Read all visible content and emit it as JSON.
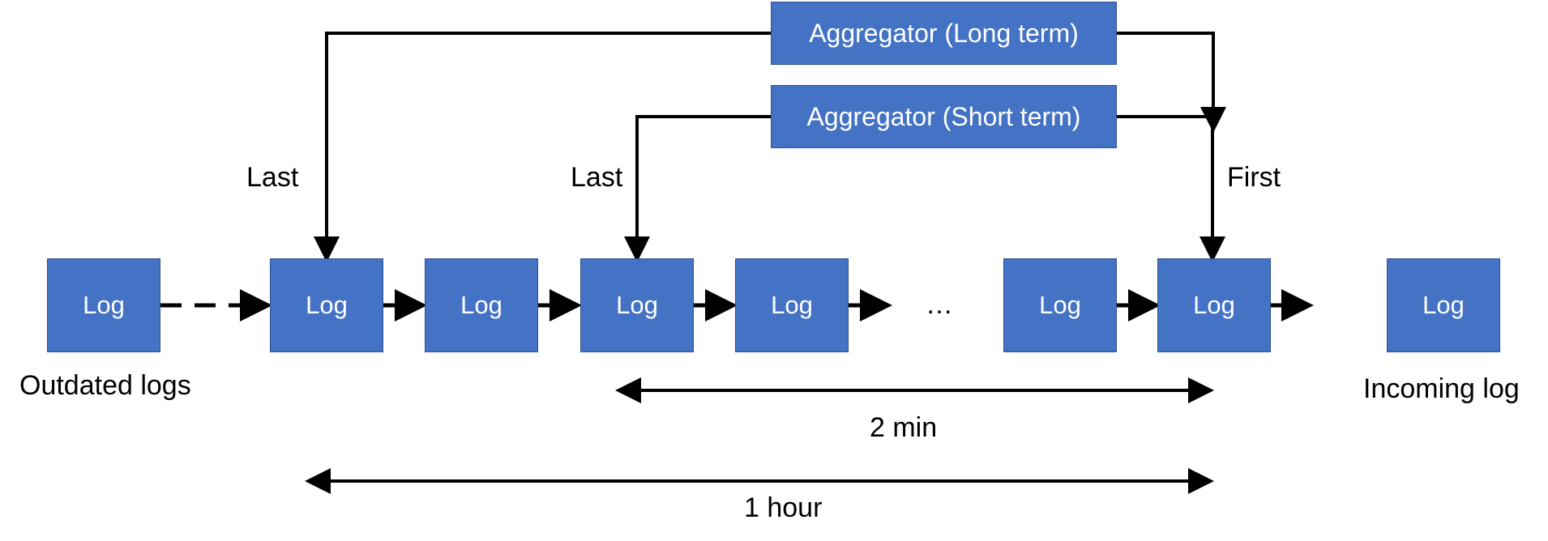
{
  "aggregators": {
    "long": "Aggregator (Long term)",
    "short": "Aggregator (Short term)"
  },
  "log_label": "Log",
  "ellipsis": "…",
  "labels": {
    "last_long": "Last",
    "last_short": "Last",
    "first": "First",
    "outdated": "Outdated logs",
    "incoming": "Incoming log",
    "span_short": "2 min",
    "span_long": "1 hour"
  },
  "colors": {
    "box_fill": "#4472c4",
    "box_border": "#2f528f",
    "line": "#000000"
  }
}
